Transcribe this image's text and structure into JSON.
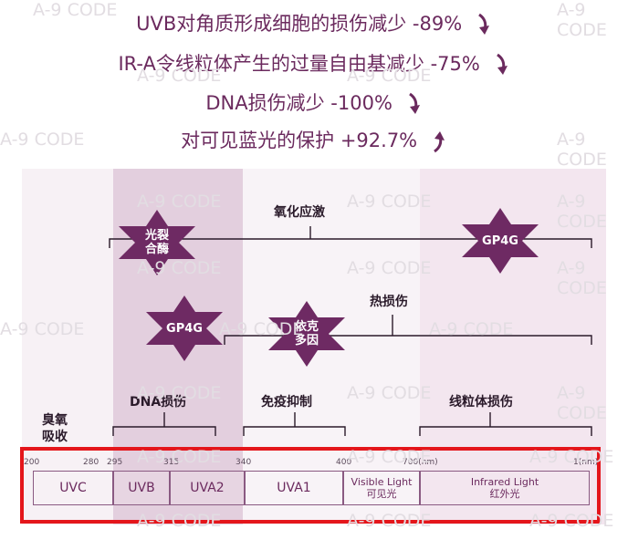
{
  "claims": [
    {
      "text": "UVB对角质形成细胞的损伤减少 -89%",
      "direction": "down"
    },
    {
      "text": "IR-A令线粒体产生的过量自由基减少 -75%",
      "direction": "down"
    },
    {
      "text": "DNA损伤减少 -100%",
      "direction": "down"
    },
    {
      "text": "对可见蓝光的保护 +92.7%",
      "direction": "up"
    }
  ],
  "labels": {
    "oxidative_stress": "氧化应激",
    "heat_damage": "热损伤",
    "dna_damage": "DNA损伤",
    "immune_suppression": "免疫抑制",
    "mito_damage": "线粒体损伤",
    "ozone_absorb_line1": "臭氧",
    "ozone_absorb_line2": "吸收"
  },
  "stars": {
    "photolyase_line1": "光裂",
    "photolyase_line2": "合酶",
    "gp4g_top": "GP4G",
    "gp4g_mid": "GP4G",
    "ectoin_line1": "依克",
    "ectoin_line2": "多因"
  },
  "spectrum": {
    "ticks": [
      "200",
      "280",
      "295",
      "315",
      "340",
      "400",
      "700(nm)",
      "1(nm)"
    ],
    "bands": [
      "UVC",
      "UVB",
      "UVA2",
      "UVA1",
      "Visible Light",
      "可见光",
      "Infrared Light",
      "红外光"
    ]
  },
  "watermark": "A-9 CODE",
  "colors": {
    "accent": "#6b2a5e",
    "star": "#6e2a63",
    "highlight": "#e4161b"
  }
}
